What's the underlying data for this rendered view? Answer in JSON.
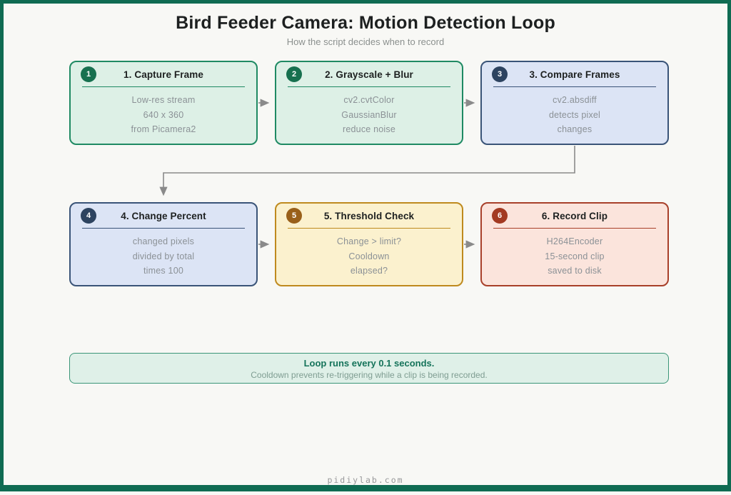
{
  "header": {
    "title": "Bird Feeder Camera: Motion Detection Loop",
    "subtitle": "How the script decides when to record"
  },
  "steps": [
    {
      "number": "1",
      "title": "1. Capture Frame",
      "lines": [
        "Low-res stream",
        "640 x 360",
        "from Picamera2"
      ]
    },
    {
      "number": "2",
      "title": "2. Grayscale + Blur",
      "lines": [
        "cv2.cvtColor",
        "GaussianBlur",
        "reduce noise"
      ]
    },
    {
      "number": "3",
      "title": "3. Compare Frames",
      "lines": [
        "cv2.absdiff",
        "detects pixel",
        "changes"
      ]
    },
    {
      "number": "4",
      "title": "4. Change Percent",
      "lines": [
        "changed pixels",
        "divided by total",
        "times 100"
      ]
    },
    {
      "number": "5",
      "title": "5. Threshold Check",
      "lines": [
        "Change > limit?",
        "Cooldown",
        "elapsed?"
      ]
    },
    {
      "number": "6",
      "title": "6. Record Clip",
      "lines": [
        "H264Encoder",
        "15-second clip",
        "saved to disk"
      ]
    }
  ],
  "note": {
    "title": "Loop runs every 0.1 seconds.",
    "body": "Cooldown prevents re-triggering while a clip is being recorded."
  },
  "footer": {
    "site": "pidiylab.com"
  },
  "theme": {
    "frame": "#0f6b52",
    "page-bg": "#f8f8f5",
    "title": "#1d2020",
    "subtitle": "#8b908e",
    "muted": "#8b9196",
    "arrow": "#8a8a8a",
    "green-bg": "#ddf0e6",
    "green-border": "#1f8a63",
    "green-badge": "#17704f",
    "blue-bg": "#dce4f5",
    "blue-border": "#3a5478",
    "blue-badge": "#2d4360",
    "yellow-bg": "#fbf1ce",
    "yellow-border": "#bf8a1e",
    "yellow-badge": "#99601a",
    "red-bg": "#fbe4dc",
    "red-border": "#a8402a",
    "red-badge": "#a33a22",
    "note-bg": "#dff0e8",
    "note-border": "#3b9678",
    "note-title": "#15735a",
    "note-muted": "#7f9d92",
    "footer": "#97989a"
  }
}
